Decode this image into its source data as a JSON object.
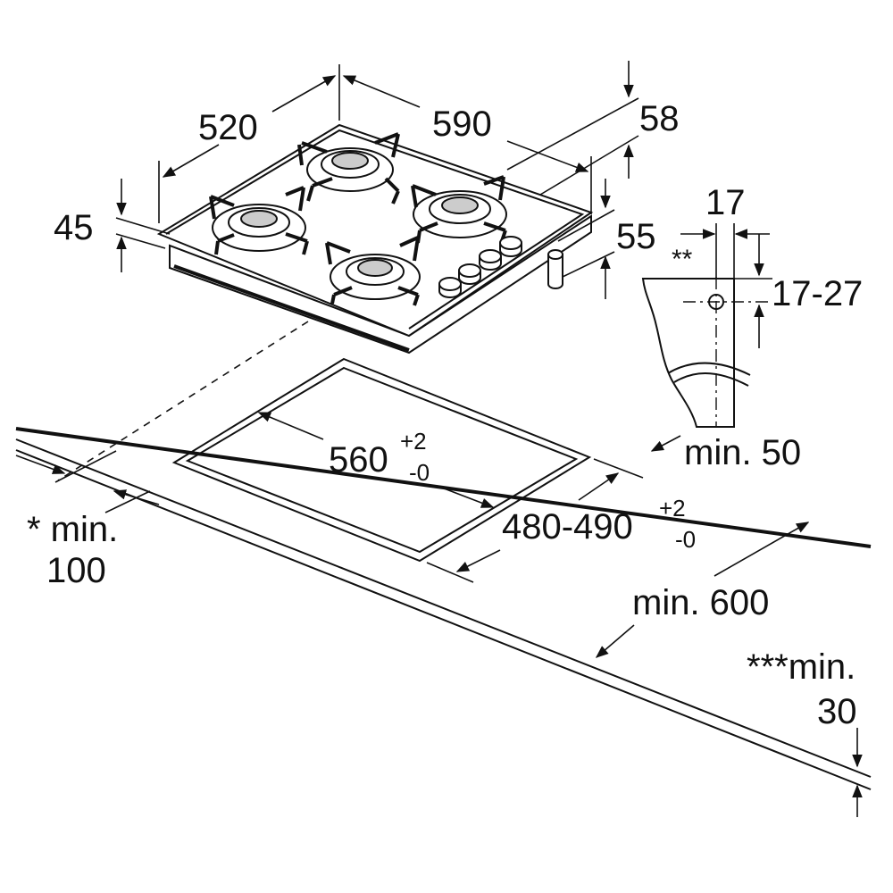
{
  "labels": {
    "width_590": "590",
    "depth_520": "520",
    "height_45": "45",
    "rear_58": "58",
    "side_55": "55",
    "bracket_17": "17",
    "bracket_17_27": "17-27",
    "bracket_note": "**",
    "cutout_width_base": "560",
    "cutout_width_plus": "+2",
    "cutout_width_minus": "-0",
    "cutout_depth_base": "480-490",
    "cutout_depth_plus": "+2",
    "cutout_depth_minus": "-0",
    "rear_clearance": "min. 50",
    "front_clearance": "min. 600",
    "side_clearance_line1": "* min.",
    "side_clearance_line2": "100",
    "thickness_line1": "***min.",
    "thickness_line2": "30"
  }
}
